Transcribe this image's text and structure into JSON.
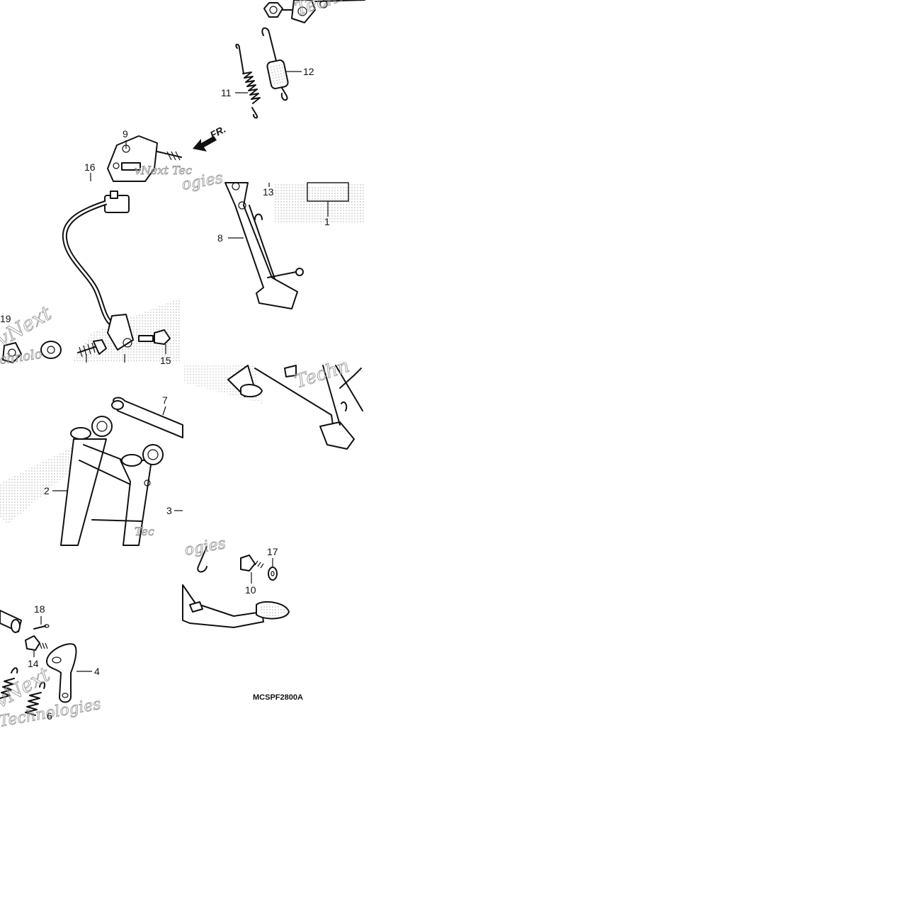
{
  "diagram": {
    "code": "MCSPF2800A",
    "direction_label": "FR.",
    "watermark_lines": [
      "vNext",
      "Technologies",
      "Techno",
      "Techn",
      "Tec",
      "ogies",
      "chnolo",
      "vNext Tec"
    ],
    "callouts": [
      {
        "id": "c1",
        "text": "1"
      },
      {
        "id": "c2",
        "text": "2"
      },
      {
        "id": "c3",
        "text": "3"
      },
      {
        "id": "c4",
        "text": "4"
      },
      {
        "id": "c6",
        "text": "6"
      },
      {
        "id": "c7",
        "text": "7"
      },
      {
        "id": "c8",
        "text": "8"
      },
      {
        "id": "c9",
        "text": "9"
      },
      {
        "id": "c10",
        "text": "10"
      },
      {
        "id": "c11",
        "text": "11"
      },
      {
        "id": "c12",
        "text": "12"
      },
      {
        "id": "c13",
        "text": "13"
      },
      {
        "id": "c14",
        "text": "14"
      },
      {
        "id": "c15",
        "text": "15"
      },
      {
        "id": "c16",
        "text": "16"
      },
      {
        "id": "c17",
        "text": "17"
      },
      {
        "id": "c18",
        "text": "18"
      },
      {
        "id": "c19",
        "text": "19"
      }
    ]
  }
}
